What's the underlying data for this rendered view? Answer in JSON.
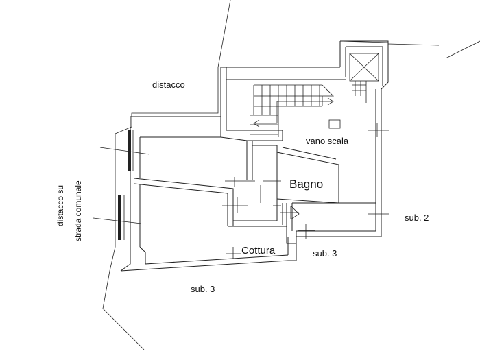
{
  "labels": {
    "distacco": "distacco",
    "vano_scala": "vano scala",
    "bagno": "Bagno",
    "cottura": "Cottura",
    "sub2": "sub. 2",
    "sub3_right": "sub. 3",
    "sub3_bottom": "sub. 3",
    "distacco_su": "distacco su",
    "strada_comunale": "strada comunale"
  },
  "colors": {
    "line": "#222222",
    "background": "#ffffff"
  }
}
